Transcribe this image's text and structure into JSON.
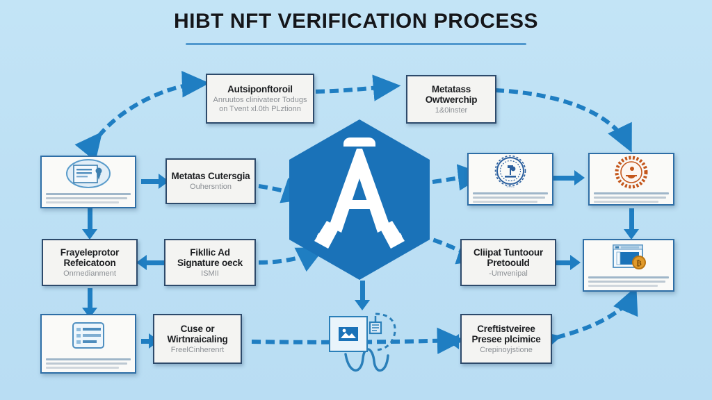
{
  "header": {
    "title": "HIBT NFT VERIFICATION PROCESS"
  },
  "theme": {
    "background": "#bfe2f5",
    "accent_blue": "#1f7ec2",
    "hex_blue": "#1a72b8",
    "box_border": "#2d4a6b",
    "box_fill": "#f4f4f2",
    "muted_text": "#8b8f94",
    "seal_orange": "#c4561b",
    "seal_blue": "#2b5f9e",
    "coin_orange": "#e09a2b"
  },
  "nodes": [
    {
      "id": "top-left-node",
      "title": "Autsiponftoroil",
      "sub": "Anruutos clinivateor Todugs on Tvent xl.0th PLztionn"
    },
    {
      "id": "top-right-node",
      "title": "Metatass Owtwerchip",
      "sub": "1&0inster"
    },
    {
      "id": "mid-left-node",
      "title": "Metatas Cutersgia",
      "sub": "Ouhersntion"
    },
    {
      "id": "left-verify-node",
      "title": "Frayeleprotor Refeicatoon",
      "sub": "Onrnedianment"
    },
    {
      "id": "signature-node",
      "title": "Fikllic Ad Signature oeck",
      "sub": "ISMII"
    },
    {
      "id": "right-output-node",
      "title": "Cliipat Tuntoour Pretoould",
      "sub": "-Umvenipal"
    },
    {
      "id": "bottom-left-node",
      "title": "Cuse or Wirtnraicaling",
      "sub": "FreelCinherenrt"
    },
    {
      "id": "bottom-right-node",
      "title": "Creftistveiree Presee plcimice",
      "sub": "Crepinoyjstione"
    }
  ],
  "cards": [
    {
      "id": "certificate-card",
      "icon": "certificate-icon"
    },
    {
      "id": "document-list-card",
      "icon": "document-list-icon"
    },
    {
      "id": "blue-seal-card",
      "icon": "blue-seal-icon"
    },
    {
      "id": "orange-seal-card",
      "icon": "orange-seal-icon"
    },
    {
      "id": "browser-coin-card",
      "icon": "browser-coin-icon"
    }
  ],
  "center": {
    "logo_letter": "A",
    "shape": "hexagon"
  },
  "misc": {
    "thumbnail_icon": "image-thumbnail-icon"
  }
}
